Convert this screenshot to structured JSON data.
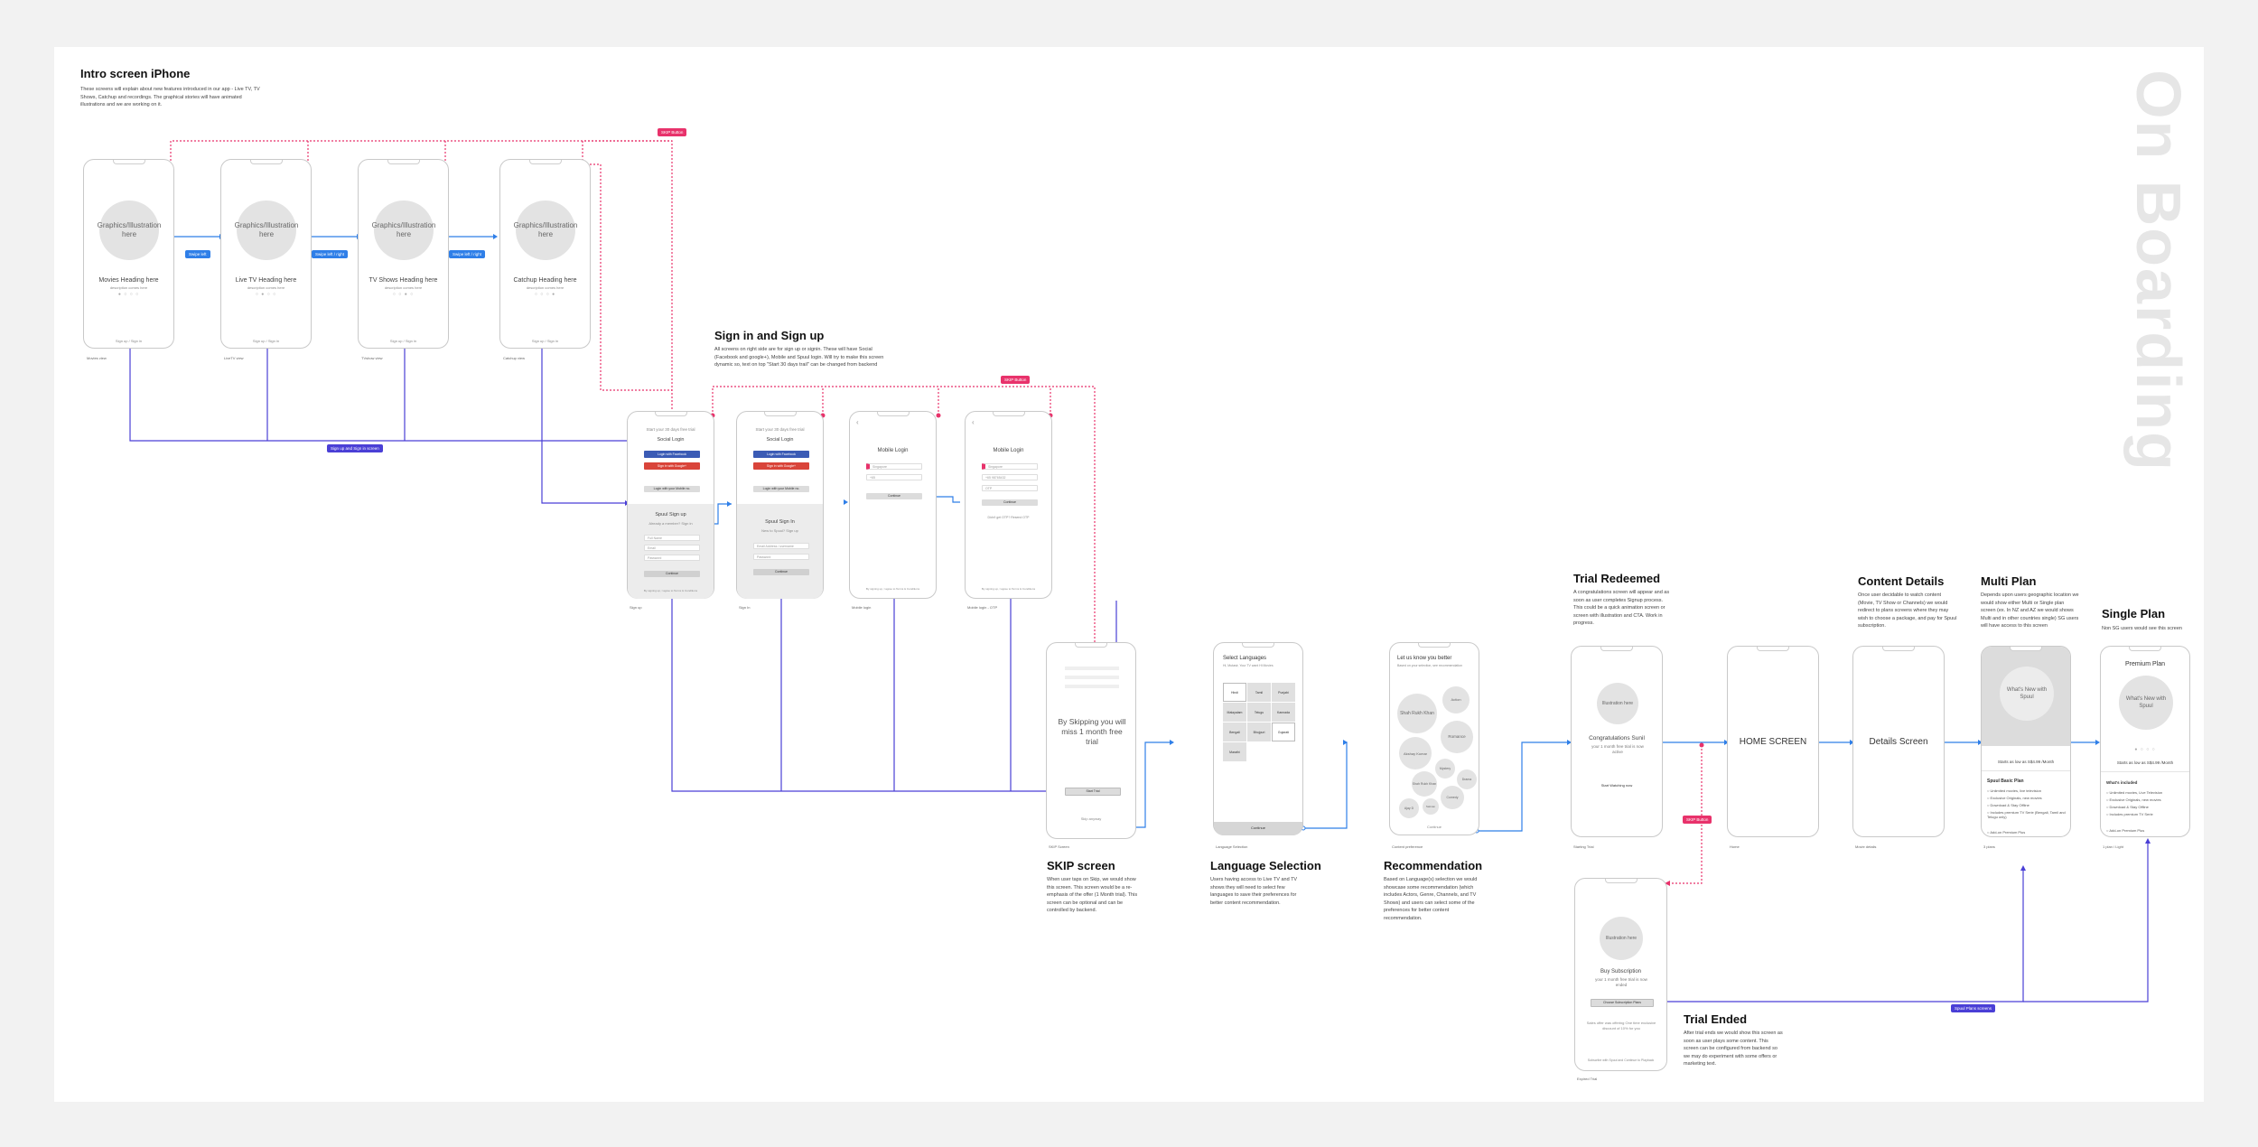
{
  "colors": {
    "blue": "#2f7fe8",
    "purple": "#4a3fd6",
    "pink": "#e8326b",
    "gray": "#e3e3e3"
  },
  "vertical_title": "On Boarding",
  "sections": {
    "intro": {
      "title": "Intro screen iPhone",
      "desc": "These screens will explain about new features introduced in our app - Live TV, TV Shows, Catchup and recordings. The graphical stories will have animated illustrations and we are working on it."
    },
    "signin": {
      "title": "Sign in and Sign up",
      "desc": "All screens on right side are for sign up or signin. These will have Social (Facebook and google+), Mobile and Spuul login. Will try to make this screen dynamic so, text on top \"Start 30 days trail\" can be changed from backend"
    },
    "skip": {
      "title": "SKIP screen",
      "desc": "When user taps on Skip, we would show this screen. This screen would be a re-emphasis of the offer (1 Month trial). This screen can be optional and can be controlled by backend."
    },
    "lang": {
      "title": "Language Selection",
      "desc": "Users having access to Live TV and TV shows they will need to select few languages to save their preferences for better content recommendation."
    },
    "rec": {
      "title": "Recommendation",
      "desc": "Based on Language(s) selection we would showcase some recommendation (which includes Actors, Genre, Channels, and TV Shows) and users can select some of the preferences for better content recommendation."
    },
    "trial": {
      "title": "Trial Redeemed",
      "desc": "A congratulations screen will appear and as soon as user completes Signup process. This could be a quick animation screen or screen with illustration and CTA. Work in progress."
    },
    "content": {
      "title": "Content Details",
      "desc": "Once user decidable to watch content (Movie, TV Show or Channels) we would redirect to plans screens where they may wish to choose a package, and pay for Spuul subscription."
    },
    "multi": {
      "title": "Multi Plan",
      "desc": "Depends upon users geographic location we would show either Multi or Single plan screen (ex. In NZ and AZ we would shows Multi and in other countries single) SG users will have access to this screen"
    },
    "single": {
      "title": "Single Plan",
      "desc": "Non SG users would see this screen"
    },
    "ended": {
      "title": "Trial Ended",
      "desc": "After trial ends we would show this screen as soon as user plays some content. This screen can be configured from backend so we may do experiment with some offers or marketing text."
    }
  },
  "intro_screens": [
    {
      "ill": "Graphics/Illustration here",
      "heading": "Movies Heading here",
      "sub": "description comes here",
      "label": "Movies view",
      "link": "Sign up / Sign in"
    },
    {
      "ill": "Graphics/Illustration here",
      "heading": "Live TV Heading here",
      "sub": "description comes here",
      "label": "LiveTV view",
      "link": "Sign up / Sign in"
    },
    {
      "ill": "Graphics/Illustration here",
      "heading": "TV Shows Heading here",
      "sub": "description comes here",
      "label": "TVshow view",
      "link": "Sign up / Sign in"
    },
    {
      "ill": "Graphics/Illustration here",
      "heading": "Catchup Heading here",
      "sub": "description comes here",
      "label": "Catchup view",
      "link": "Sign up / Sign in"
    }
  ],
  "badges": {
    "swipe1": "Swipe left",
    "swipe2": "Swipe left / right",
    "swipe3": "Swipe left / right",
    "skip1": "SKIP Button",
    "skip2": "SKIP Button",
    "skip3": "SKIP Button",
    "signup": "Sign up and Sign in screen",
    "plans": "Spuul Plans screens"
  },
  "signup_screen": {
    "top": "Start your 30 days free trial",
    "social": "Social Login",
    "fb": "Login with Facebook",
    "g": "Sign in with Google+",
    "mobile": "Login with your Mobile no.",
    "spuul": "Spuul Sign up",
    "already": "Already a member? Sign in",
    "f1": "Full Name",
    "f2": "Email",
    "f3": "Password",
    "cta": "Continue",
    "terms": "By signing up, I agree to Terms & Conditions",
    "label": "Sign up"
  },
  "signin_screen": {
    "top": "Start your 30 days free trial",
    "social": "Social Login",
    "fb": "Login with Facebook",
    "g": "Sign in with Google+",
    "mobile": "Login with your Mobile no.",
    "spuul": "Spuul Sign In",
    "already": "New to Spuul? Sign up",
    "f1": "Email Address / username",
    "f2": "Password",
    "cta": "Continue",
    "label": "Sign In"
  },
  "mobile1": {
    "title": "Mobile Login",
    "f1": "Singapore",
    "f2": "+65",
    "cta": "Continue",
    "terms": "By signing up, I agree to Terms & Conditions",
    "label": "Mobile login"
  },
  "mobile2": {
    "title": "Mobile Login",
    "f1": "Singapore",
    "f2": "+65  98765432",
    "f3": "OTP",
    "cta": "Continue",
    "resend": "Didn't get OTP? Resend OTP",
    "terms": "By signing up, I agree to Terms & Conditions",
    "label": "Mobile login - OTP"
  },
  "skip_screen": {
    "text": "By Skipping you will miss 1 month free trial",
    "btn": "Start Trial",
    "link": "Skip anyway",
    "label": "SKIP Screen"
  },
  "lang_screen": {
    "title": "Select Languages",
    "sub": "Hi, Mutasir, Your TV want Hi Movies",
    "langs": [
      "Hindi",
      "Tamil",
      "Punjabi",
      "Malayalam",
      "Telugu",
      "Kannada",
      "Bengali",
      "Bhojpuri",
      "Gujarati",
      "Marathi"
    ],
    "cta": "Continue",
    "label": "Language Selection"
  },
  "rec_screen": {
    "title": "Let us know you better",
    "sub": "Based on your selection, see recommendation",
    "bubbles": [
      "Shah Rukh Khan",
      "Action",
      "Romance",
      "Akshay Kumar",
      "Mystery",
      "Drama",
      "Shah Rukh Khan",
      "Comedy",
      "Ajay D",
      "Salman"
    ],
    "cta": "Continue",
    "label": "Content preference"
  },
  "trial_screen": {
    "ill": "Illustration here",
    "head": "Congratulations Sunil",
    "sub": "your 1 month free trial is now active",
    "cta": "Start Watching now",
    "label": "Starting Trial"
  },
  "home": {
    "text": "HOME SCREEN",
    "label": "Home"
  },
  "details": {
    "text": "Details Screen",
    "label": "Movie details"
  },
  "multi_screen": {
    "hero": "What's New with Spuul",
    "price": "Starts as low as S$4.99 /Month",
    "plan": "Spuul Basic Plan",
    "items": [
      "Unlimited movies, live television",
      "Exclusive Originals, new movies",
      "Download & Stay Offline",
      "Includes premium TV Serie (Bengali, Tamil and Telugu only)",
      "Add-on Premium Plus"
    ],
    "label": "3 plans"
  },
  "single_screen": {
    "title": "Premium Plan",
    "hero": "What's New with Spuul",
    "price": "Starts as low as S$4.99 /Month",
    "included": "What's included",
    "items": [
      "Unlimited movies, Live Television",
      "Exclusive Originals, new movies",
      "Download & Stay Offline",
      "Includes premium TV Serie",
      "Add-on Premium Plus"
    ],
    "label": "1 plan / Light"
  },
  "ended_screen": {
    "ill": "Illustration here",
    "head": "Buy Subscription",
    "sub": "your 1 month free trial is now ended",
    "btn": "Choose Subscription Plans",
    "offer": "Sales offer was offering One time exclusive discount of 10% for you",
    "link": "Subscribe with Spuul and Continue to Playback",
    "label": "Expired Trial"
  }
}
